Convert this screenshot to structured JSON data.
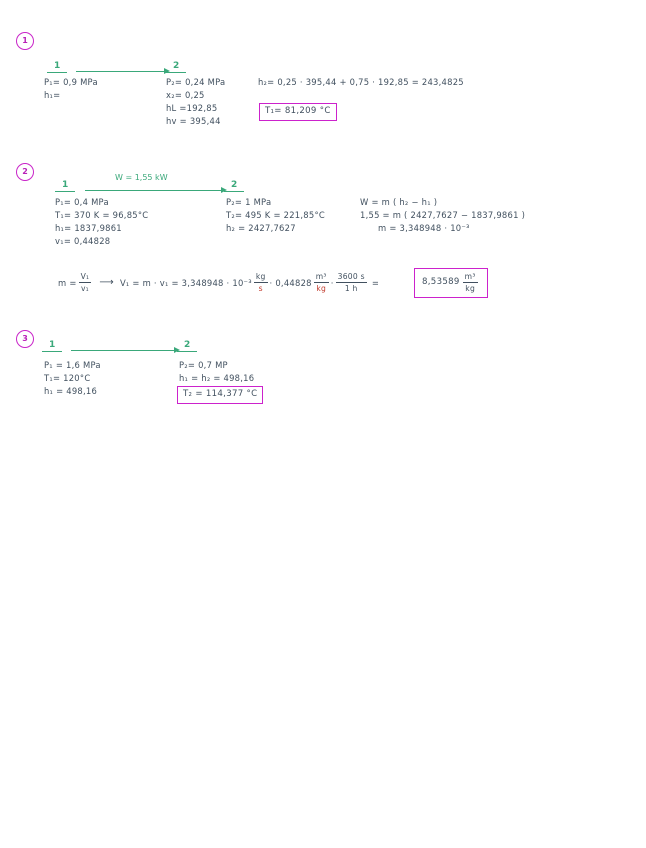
{
  "document": {
    "type": "handwritten-thermodynamics-worksheet",
    "accent_magenta": "#cc22cc",
    "accent_green": "#3aa87a",
    "ink_color": "#41505f"
  },
  "problems": [
    {
      "number": "1",
      "diagram": {
        "state_in_label": "1",
        "state_out_label": "2",
        "work_label": ""
      },
      "inlet": [
        "P₁= 0,9 MPa",
        "h₁="
      ],
      "outlet": [
        "P₂= 0,24 MPa",
        "x₂= 0,25",
        "hL =192,85",
        "hv = 395,44"
      ],
      "work": [
        "h₂= 0,25 · 395,44 + 0,75 · 192,85 = 243,4825"
      ],
      "answer": "T₁= 81,209 °C"
    },
    {
      "number": "2",
      "diagram": {
        "state_in_label": "1",
        "state_out_label": "2",
        "work_label": "W = 1,55 kW"
      },
      "inlet": [
        "P₁= 0,4 MPa",
        "T₁= 370 K = 96,85°C",
        "h₁= 1837,9861",
        "v₁= 0,44828"
      ],
      "outlet": [
        "P₂= 1 MPa",
        "T₂= 495 K = 221,85°C",
        "h₂ = 2427,7627"
      ],
      "work": [
        "W = m ( h₂ − h₁ )",
        "1,55 =  m ( 2427,7627 − 1837,9861 )",
        "m = 3,348948 · 10⁻³"
      ],
      "derivation": {
        "lhs_symbol": "m =",
        "lhs_frac_num": "V₁",
        "lhs_frac_den": "v₁",
        "arrow": "⟶",
        "rhs_start": "V₁ = m · v₁ = 3,348948 · 10⁻³",
        "unit1_num": "kg",
        "unit1_den": "s",
        "mid": "· 0,44828",
        "unit2_num": "m³",
        "unit2_den": "kg",
        "dot": "·",
        "unit3_num": "3600 s",
        "unit3_den": "1 h",
        "equals": "="
      },
      "answer_value": "8,53589",
      "answer_unit_num": "m³",
      "answer_unit_den": "kg"
    },
    {
      "number": "3",
      "diagram": {
        "state_in_label": "1",
        "state_out_label": "2",
        "work_label": ""
      },
      "inlet": [
        "P₁ = 1,6 MPa",
        "T₁= 120°C",
        "h₁ = 498,16"
      ],
      "outlet": [
        "P₂= 0,7 MP",
        "h₁ = h₂ = 498,16"
      ],
      "answer": "T₂ = 114,377 °C"
    }
  ]
}
